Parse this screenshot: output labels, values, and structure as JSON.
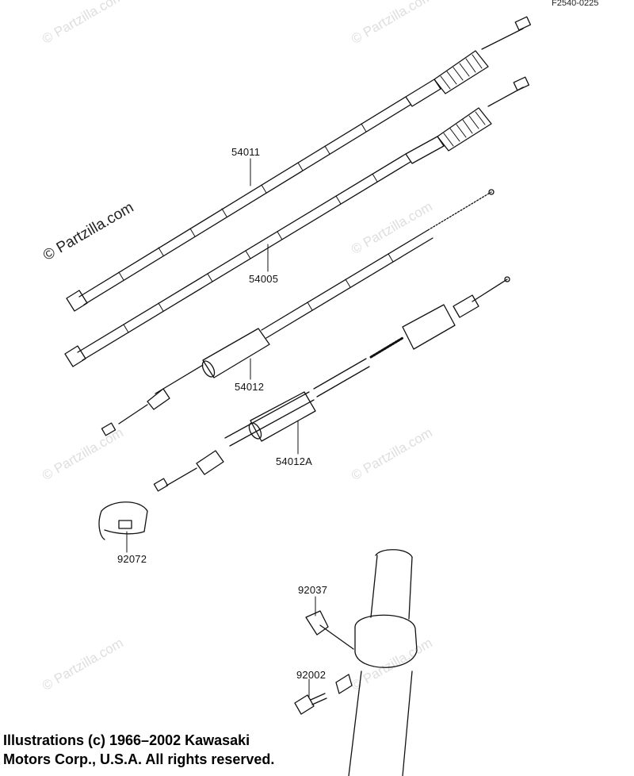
{
  "figure_code": "F2540-0225",
  "watermark_text": "© Partzilla.com",
  "parts": {
    "p54011": "54011",
    "p54005": "54005",
    "p54012": "54012",
    "p54012A": "54012A",
    "p92072": "92072",
    "p92037": "92037",
    "p92002": "92002"
  },
  "copyright": {
    "line1": "Illustrations (c) 1966–2002 Kawasaki",
    "line2": "Motors Corp., U.S.A.  All rights reserved."
  }
}
